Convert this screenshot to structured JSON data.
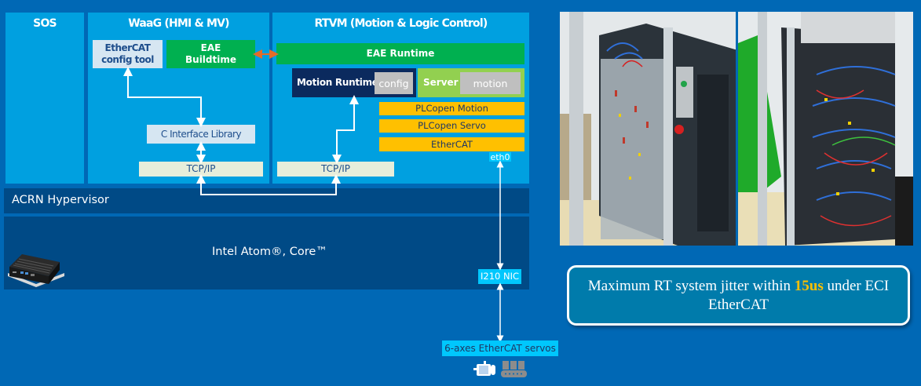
{
  "vms": {
    "sos": {
      "title": "SOS"
    },
    "waag": {
      "title": "WaaG (HMI & MV)"
    },
    "rtvm": {
      "title": "RTVM (Motion & Logic Control)"
    }
  },
  "waag_components": {
    "ethercat_config_tool": [
      "EtherCAT",
      "config tool"
    ],
    "eae_buildtime": [
      "EAE",
      "Buildtime"
    ],
    "c_interface_library": "C Interface Library",
    "tcpip": "TCP/IP"
  },
  "rtvm_components": {
    "eae_runtime": "EAE Runtime",
    "motion_runtime": "Motion Runtime",
    "motion_runtime_config": "config",
    "server": "Server",
    "server_motion": "motion",
    "plcopen_motion": "PLCopen Motion",
    "plcopen_servo": "PLCopen Servo",
    "ethercat": "EtherCAT",
    "tcpip": "TCP/IP",
    "eth0": "eth0"
  },
  "hypervisor": {
    "label": "ACRN Hypervisor"
  },
  "hardware": {
    "label": "Intel Atom®, Core™",
    "nic": "I210 NIC"
  },
  "servos": {
    "label": "6-axes EtherCAT servos"
  },
  "callout": {
    "text_before": "Maximum RT system jitter within ",
    "highlight": "15us",
    "text_after": " under ECI EtherCAT"
  },
  "icons": {
    "edge_device": "industrial-pc-icon",
    "motor": "servo-motor-icon",
    "conveyor": "conveyor-icon"
  },
  "colors": {
    "background": "#0068b5",
    "vm": "#00a0e0",
    "hypervisor": "#004a86",
    "green": "#00b050",
    "gold": "#ffc000",
    "navy": "#0b2a5e",
    "light_green": "#92d050",
    "cyan": "#00c7fd",
    "arrow_orange": "#e46c29"
  }
}
